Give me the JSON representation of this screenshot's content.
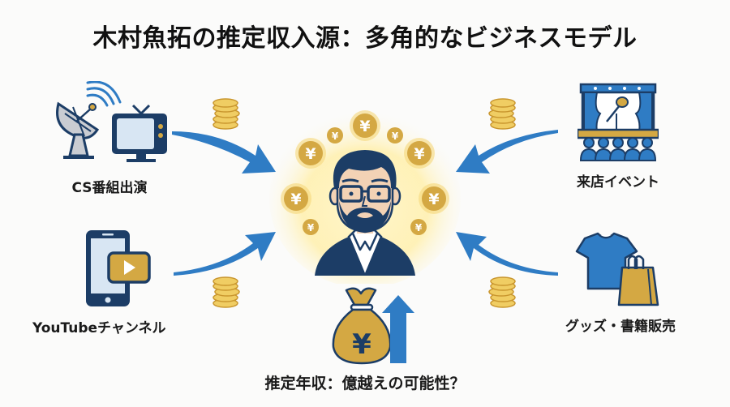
{
  "title": "木村魚拓の推定収入源：多角的なビジネスモデル",
  "center": {
    "figure": "bearded-man-with-glasses",
    "coin_symbol": "¥"
  },
  "sources": [
    {
      "id": "cs",
      "label": "CS番組出演",
      "icon": "satellite-tv-icon",
      "position": "top-left"
    },
    {
      "id": "event",
      "label": "来店イベント",
      "icon": "stage-microphone-icon",
      "position": "top-right"
    },
    {
      "id": "youtube",
      "label": "YouTubeチャンネル",
      "icon": "smartphone-play-icon",
      "position": "bottom-left"
    },
    {
      "id": "goods",
      "label": "グッズ・書籍販売",
      "icon": "tshirt-shopping-bag-icon",
      "position": "bottom-right"
    }
  ],
  "bottom": {
    "label": "推定年収：億越えの可能性？",
    "icon": "money-bag-up-arrow-icon",
    "bag_symbol": "¥"
  },
  "colors": {
    "navy": "#1c3d66",
    "blue": "#2f7cc4",
    "gold": "#d4a843",
    "gold_light": "#f0cd63",
    "skin": "#f3d2b5",
    "glow": "#fff2b8",
    "screen": "#d8e6f3"
  }
}
